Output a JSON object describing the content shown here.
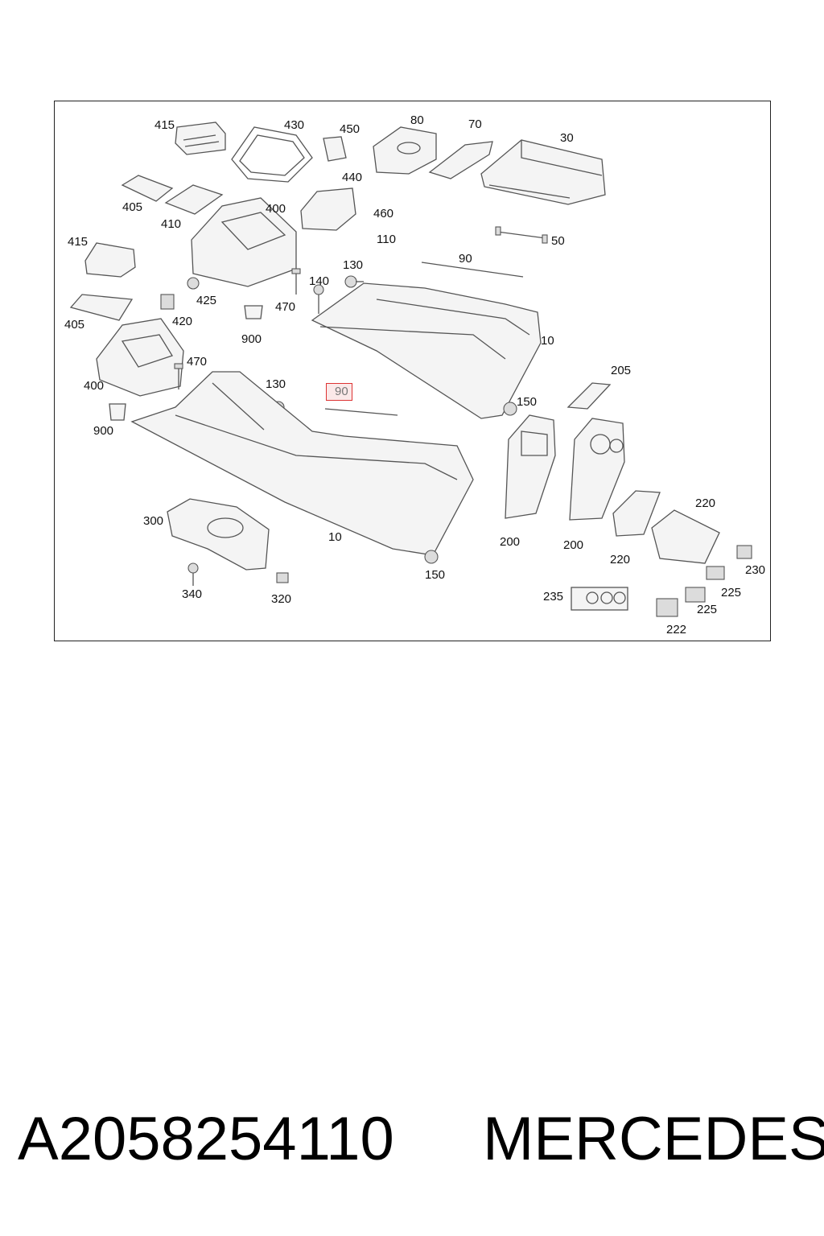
{
  "callouts": [
    {
      "id": "415a",
      "label": "415"
    },
    {
      "id": "430",
      "label": "430"
    },
    {
      "id": "450",
      "label": "450"
    },
    {
      "id": "80",
      "label": "80"
    },
    {
      "id": "70",
      "label": "70"
    },
    {
      "id": "30",
      "label": "30"
    },
    {
      "id": "440",
      "label": "440"
    },
    {
      "id": "405a",
      "label": "405"
    },
    {
      "id": "410",
      "label": "410"
    },
    {
      "id": "400a",
      "label": "400"
    },
    {
      "id": "460",
      "label": "460"
    },
    {
      "id": "110",
      "label": "110"
    },
    {
      "id": "50",
      "label": "50"
    },
    {
      "id": "415b",
      "label": "415"
    },
    {
      "id": "130a",
      "label": "130"
    },
    {
      "id": "90a",
      "label": "90"
    },
    {
      "id": "140",
      "label": "140"
    },
    {
      "id": "425",
      "label": "425"
    },
    {
      "id": "470a",
      "label": "470"
    },
    {
      "id": "405b",
      "label": "405"
    },
    {
      "id": "420",
      "label": "420"
    },
    {
      "id": "900a",
      "label": "900"
    },
    {
      "id": "10a",
      "label": "10"
    },
    {
      "id": "470b",
      "label": "470"
    },
    {
      "id": "205",
      "label": "205"
    },
    {
      "id": "400b",
      "label": "400"
    },
    {
      "id": "130b",
      "label": "130"
    },
    {
      "id": "90b",
      "label": "90"
    },
    {
      "id": "150a",
      "label": "150"
    },
    {
      "id": "900b",
      "label": "900"
    },
    {
      "id": "220a",
      "label": "220"
    },
    {
      "id": "300",
      "label": "300"
    },
    {
      "id": "200a",
      "label": "200"
    },
    {
      "id": "200b",
      "label": "200"
    },
    {
      "id": "10b",
      "label": "10"
    },
    {
      "id": "220b",
      "label": "220"
    },
    {
      "id": "230",
      "label": "230"
    },
    {
      "id": "150b",
      "label": "150"
    },
    {
      "id": "340",
      "label": "340"
    },
    {
      "id": "225a",
      "label": "225"
    },
    {
      "id": "235",
      "label": "235"
    },
    {
      "id": "320",
      "label": "320"
    },
    {
      "id": "225b",
      "label": "225"
    },
    {
      "id": "222",
      "label": "222"
    }
  ],
  "highlighted_callout": "90b",
  "highlight_color": "#d33333",
  "footer": {
    "part_number": "A2058254110",
    "brand": "MERCEDES"
  }
}
